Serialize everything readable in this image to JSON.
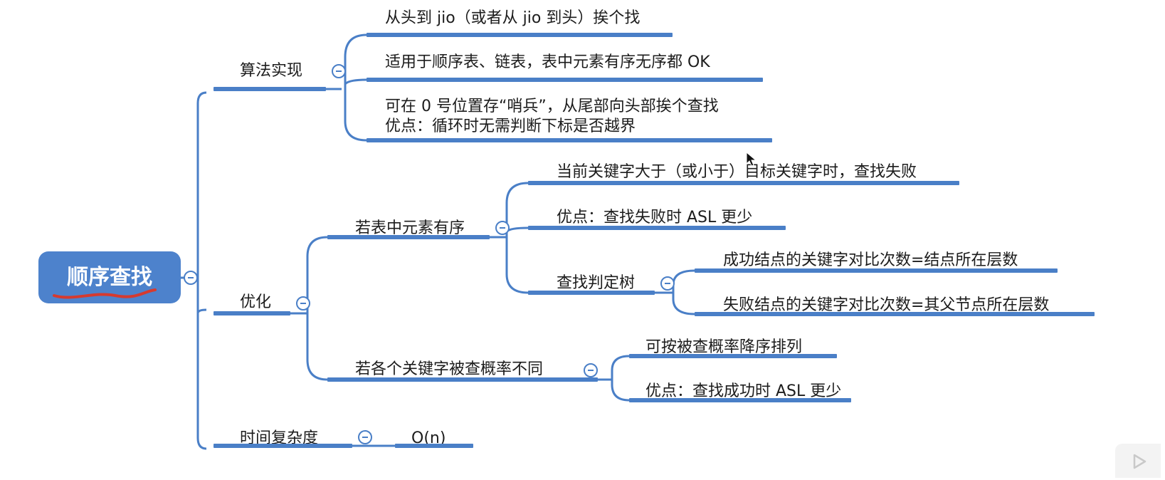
{
  "root": "顺序查找",
  "branches": {
    "impl": {
      "label": "算法实现",
      "items": [
        "从头到 jio（或者从 jio 到头）挨个找",
        "适用于顺序表、链表，表中元素有序无序都 OK",
        [
          "可在 0 号位置存“哨兵”，从尾部向头部挨个查找",
          "优点：循环时无需判断下标是否越界"
        ]
      ]
    },
    "opt": {
      "label": "优化",
      "ordered": {
        "label": "若表中元素有序",
        "items": [
          "当前关键字大于（或小于）目标关键字时，查找失败",
          "优点：查找失败时 ASL 更少"
        ],
        "tree": {
          "label": "查找判定树",
          "items": [
            "成功结点的关键字对比次数=结点所在层数",
            "失败结点的关键字对比次数=其父节点所在层数"
          ]
        }
      },
      "prob": {
        "label": "若各个关键字被查概率不同",
        "items": [
          "可按被查概率降序排列",
          "优点：查找成功时 ASL 更少"
        ]
      }
    },
    "time": {
      "label": "时间复杂度",
      "value": "O(n)"
    }
  },
  "colors": {
    "line": "#4a7fc7",
    "root_fill": "#4d82cc",
    "annotation": "#d63a2f"
  }
}
